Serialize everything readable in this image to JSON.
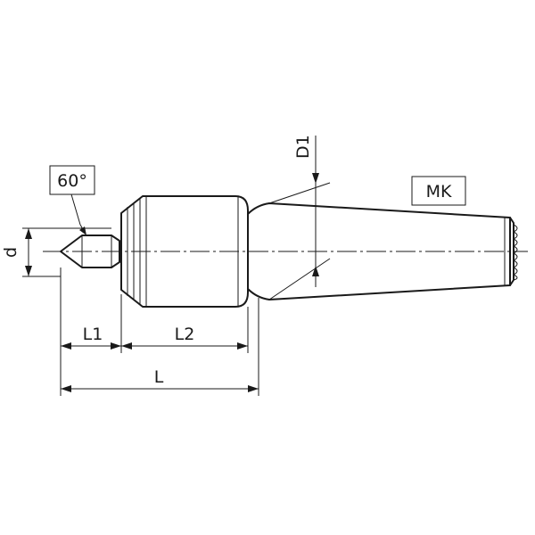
{
  "labels": {
    "angle": "60°",
    "diameter_d": "d",
    "diameter_d1": "D1",
    "taper": "MK",
    "length_l1": "L1",
    "length_l2": "L2",
    "length_l": "L"
  }
}
